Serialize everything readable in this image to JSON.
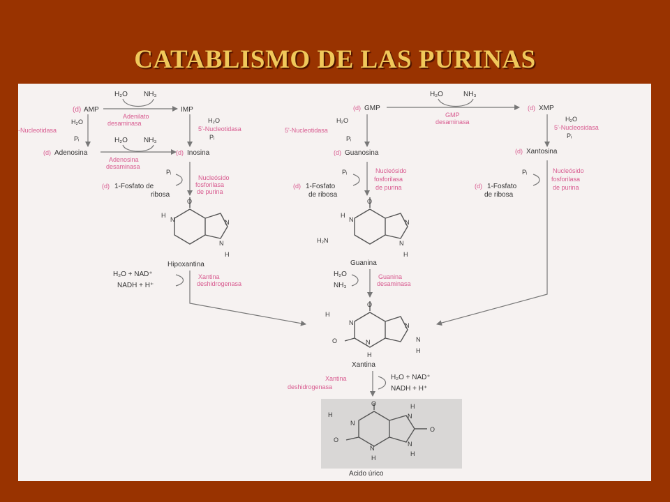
{
  "title": "CATABLISMO DE LAS PURINAS",
  "branch_a": {
    "amp": "AMP",
    "imp": "IMP",
    "adenosina": "Adenosina",
    "inosina": "Inosina",
    "ribosa_1p": "1-Fosfato de",
    "ribosa_2": "ribosa",
    "base": "Hipoxantina",
    "enz_1a": "Adenilato",
    "enz_1b": "desaminasa",
    "enz_2": "5'-Nucleotidasa",
    "enz_3": "-Nucleotidasa",
    "enz_4a": "Adenosina",
    "enz_4b": "desaminasa",
    "enz_5a": "Nucleósido",
    "enz_5b": "fosforilasa",
    "enz_5c": "de purina",
    "xdh_a": "Xantina",
    "xdh_b": "deshidrogenasa",
    "cof_top": "H₂O + NAD⁺",
    "cof_bot": "NADH + H⁺"
  },
  "branch_b": {
    "gmp": "GMP",
    "guanosina": "Guanosina",
    "ribosa_1p": "1-Fosfato",
    "ribosa_2": "de ribosa",
    "base": "Guanina",
    "enz_1": "5'-Nucleotidasa",
    "enz_2a": "Nucleósido",
    "enz_2b": "fosforilasa",
    "enz_2c": "de purina",
    "enz_3a": "Guanina",
    "enz_3b": "desaminasa",
    "gmp_enz_a": "GMP",
    "gmp_enz_b": "desaminasa"
  },
  "branch_c": {
    "xmp": "XMP",
    "xantosina": "Xantosina",
    "ribosa_1p": "1-Fosfato",
    "ribosa_2": "de ribosa",
    "enz_1": "5'-Nucleosidasa",
    "enz_2a": "Nucleósido",
    "enz_2b": "fosforilasa",
    "enz_2c": "de purina"
  },
  "xantina": {
    "label": "Xantina",
    "enz_a": "Xantina",
    "enz_b": "deshidrogenasa",
    "cof_top": "H₂O + NAD⁺",
    "cof_bot": "NADH + H⁺"
  },
  "acido_urico": {
    "label": "Acido úrico"
  },
  "common": {
    "d": "(d)",
    "h2o": "H₂O",
    "nh3": "NH₃",
    "pi": "Pᵢ",
    "h": "H",
    "n": "N",
    "o": "O",
    "h2n": "H₂N"
  },
  "colors": {
    "background": "#993300",
    "title": "#f0c85a",
    "panel": "#f6f2f1",
    "enzyme": "#d85a8f",
    "text": "#333333",
    "urico_box": "#d9d7d6"
  }
}
